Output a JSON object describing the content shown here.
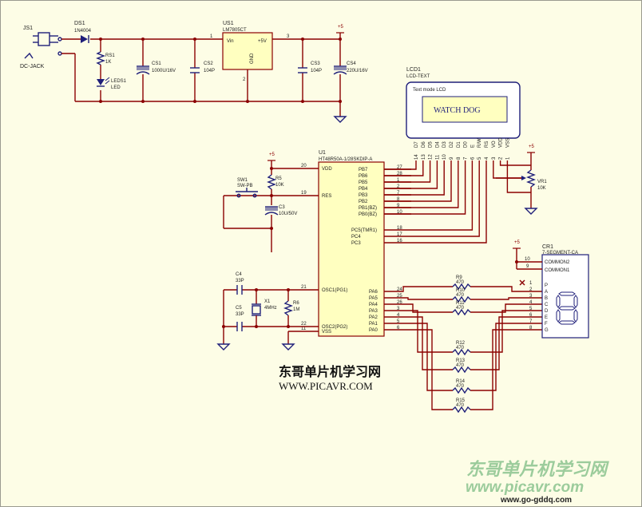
{
  "labels": {
    "js1": "JS1",
    "dc_jack": "DC-JACK",
    "ds1": "DS1",
    "ds1_part": "1N4004",
    "rs1": "RS1",
    "rs1_val": "1K",
    "leds1": "LEDS1",
    "leds1_part": "LED",
    "cs1": "CS1",
    "cs1_val": "1000U/16V",
    "cs2": "CS2",
    "cs2_val": "104P",
    "us1": "US1",
    "us1_part": "LM7805CT",
    "us1_vin": "Vin",
    "us1_5v": "+5V",
    "us1_gnd": "GND",
    "us1_p1": "1",
    "us1_p3": "3",
    "us1_p2": "2",
    "cs3": "CS3",
    "cs3_val": "104P",
    "cs4": "CS4",
    "cs4_val": "220U/16V",
    "vcc": "+5",
    "lcd1": "LCD1",
    "lcd1_part": "LCD-TEXT",
    "lcd1_type": "Text mode LCD",
    "lcd_screen": "WATCH DOG",
    "lcd_pins": [
      "D7",
      "D6",
      "D5",
      "D4",
      "D3",
      "D2",
      "D1",
      "D0",
      "E",
      "R/W",
      "RS",
      "VO",
      "VDD",
      "VSS"
    ],
    "lcd_pin_nums": [
      "14",
      "13",
      "12",
      "11",
      "10",
      "9",
      "8",
      "7",
      "6",
      "5",
      "4",
      "3",
      "2",
      "1"
    ],
    "u1": "U1",
    "u1_part": "HT48R50A-1/28SKDIP-A",
    "u1_left": [
      {
        "name": "VDD",
        "num": "20"
      },
      {
        "name": "RES",
        "num": "19"
      },
      {
        "name": "OSC1(PG1)",
        "num": "21"
      },
      {
        "name": "OSC2(PG2)",
        "num": "22"
      },
      {
        "name": "VSS",
        "num": "11"
      }
    ],
    "u1_right_top": [
      {
        "name": "PB7",
        "num": "27"
      },
      {
        "name": "PB6",
        "num": "28"
      },
      {
        "name": "PB5",
        "num": "1"
      },
      {
        "name": "PB4",
        "num": "2"
      },
      {
        "name": "PB3",
        "num": "7"
      },
      {
        "name": "PB2",
        "num": "8"
      },
      {
        "name": "PB1(BZ)",
        "num": "9"
      },
      {
        "name": "PB0(BZ)",
        "num": "10"
      }
    ],
    "u1_right_mid": [
      {
        "name": "PC5(TMR1)",
        "num": "18"
      },
      {
        "name": "PC4",
        "num": "17"
      },
      {
        "name": "PC3",
        "num": "16"
      }
    ],
    "u1_right_bot": [
      {
        "name": "PA6",
        "num": "24"
      },
      {
        "name": "PA5",
        "num": "25"
      },
      {
        "name": "PA4",
        "num": "26"
      },
      {
        "name": "PA3",
        "num": "3"
      },
      {
        "name": "PA2",
        "num": "4"
      },
      {
        "name": "PA1",
        "num": "5"
      },
      {
        "name": "PA0",
        "num": "6"
      }
    ],
    "sw1": "SW1",
    "sw1_part": "SW-PB",
    "r5": "R5",
    "r5_val": "10K",
    "c3": "C3",
    "c3_val": "10U/50V",
    "vr1": "VR1",
    "vr1_val": "10K",
    "c4": "C4",
    "c4_val": "33P",
    "c5": "C5",
    "c5_val": "33P",
    "x1": "X1",
    "x1_val": "4MHz",
    "r6": "R6",
    "r6_val": "1M",
    "cr1": "CR1",
    "cr1_part": "7-SEGMENT-CA",
    "cr1_common2": "COMMON2",
    "cr1_common1": "COMMON1",
    "cr1_pins": [
      {
        "name": "P",
        "num": "1"
      },
      {
        "name": "A",
        "num": "2"
      },
      {
        "name": "B",
        "num": "3"
      },
      {
        "name": "C",
        "num": "4"
      },
      {
        "name": "D",
        "num": "5"
      },
      {
        "name": "E",
        "num": "6"
      },
      {
        "name": "F",
        "num": "7"
      },
      {
        "name": "G",
        "num": "8"
      }
    ],
    "cr1_com_nums": [
      "10",
      "9"
    ],
    "resistors": [
      {
        "name": "R9",
        "val": "470"
      },
      {
        "name": "R10",
        "val": "470"
      },
      {
        "name": "R11",
        "val": "470"
      },
      {
        "name": "R12",
        "val": "470"
      },
      {
        "name": "R13",
        "val": "470"
      },
      {
        "name": "R14",
        "val": "470"
      },
      {
        "name": "R15",
        "val": "470"
      }
    ]
  },
  "site": {
    "title_cn": "东哥单片机学习网",
    "url": "WWW.PICAVR.COM"
  },
  "watermark": {
    "title_cn": "东哥单片机学习网",
    "url1": "www.picavr.com",
    "url2": "www.go-gddq.com"
  },
  "colors": {
    "wire": "#8b0000",
    "component": "#1f1f7a",
    "chip_fill": "#ffffc0",
    "background": "#fdfde6",
    "watermark": "#9ccc9c"
  }
}
